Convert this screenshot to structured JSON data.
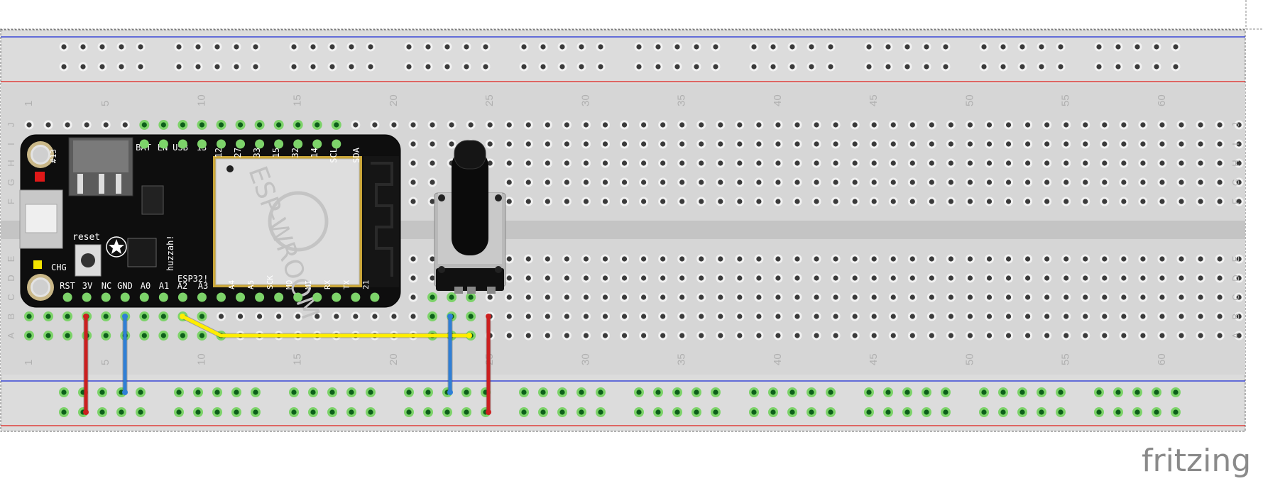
{
  "app": {
    "logo_text": "fritzing"
  },
  "breadboard": {
    "column_numbers": [
      "1",
      "5",
      "10",
      "15",
      "20",
      "25",
      "30",
      "35",
      "40",
      "45",
      "50",
      "55",
      "60"
    ],
    "row_letters_top": [
      "J",
      "I",
      "H",
      "G",
      "F"
    ],
    "row_letters_bottom": [
      "E",
      "D",
      "C",
      "B",
      "A"
    ],
    "rail_colors": {
      "positive": "#e0201b",
      "negative": "#1a2ad6"
    }
  },
  "feather_board": {
    "top_pin_labels": [
      "BAT",
      "EN",
      "USB",
      "13",
      "12",
      "27",
      "33",
      "15",
      "32",
      "14",
      "SCL",
      "SDA"
    ],
    "bottom_pin_labels": [
      "RST",
      "3V",
      "NC",
      "GND",
      "A0",
      "A1",
      "A2",
      "A3",
      "A4",
      "A5",
      "SCK",
      "MO",
      "MI",
      "RX",
      "TX",
      "21"
    ],
    "module_text": "ESP-WROOM",
    "led_label": "#13",
    "reset_label": "reset",
    "charge_label": "CHG",
    "name_label": "huzzah!",
    "chip_label": "ESP32!"
  },
  "potentiometer": {
    "name": "potentiometer"
  },
  "wires": [
    {
      "name": "3v-to-positive-rail",
      "color": "#cc1f1f"
    },
    {
      "name": "gnd-to-negative-rail",
      "color": "#2f7fd6"
    },
    {
      "name": "a2-to-pot-wiper",
      "color": "#ffee00"
    },
    {
      "name": "pot-to-negative-rail",
      "color": "#2f7fd6"
    },
    {
      "name": "pot-to-positive-rail",
      "color": "#cc1f1f"
    }
  ]
}
